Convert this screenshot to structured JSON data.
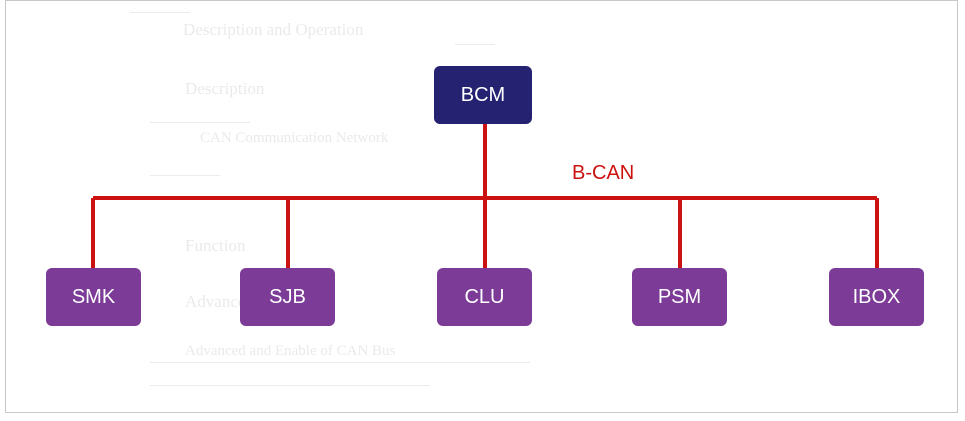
{
  "diagram": {
    "top_node": {
      "label": "BCM"
    },
    "bus_label": "B-CAN",
    "child_nodes": [
      {
        "label": "SMK"
      },
      {
        "label": "SJB"
      },
      {
        "label": "CLU"
      },
      {
        "label": "PSM"
      },
      {
        "label": "IBOX"
      }
    ],
    "colors": {
      "top_node": "#252271",
      "child_node": "#7b3b96",
      "bus": "#cc1111"
    }
  },
  "background_text": {
    "heading": "Description and Operation",
    "description": "Description",
    "can_line": "CAN Communication Network",
    "function": "Function",
    "line_a": "Advanced",
    "line_b": "Advanced and Enable of CAN Bus"
  }
}
